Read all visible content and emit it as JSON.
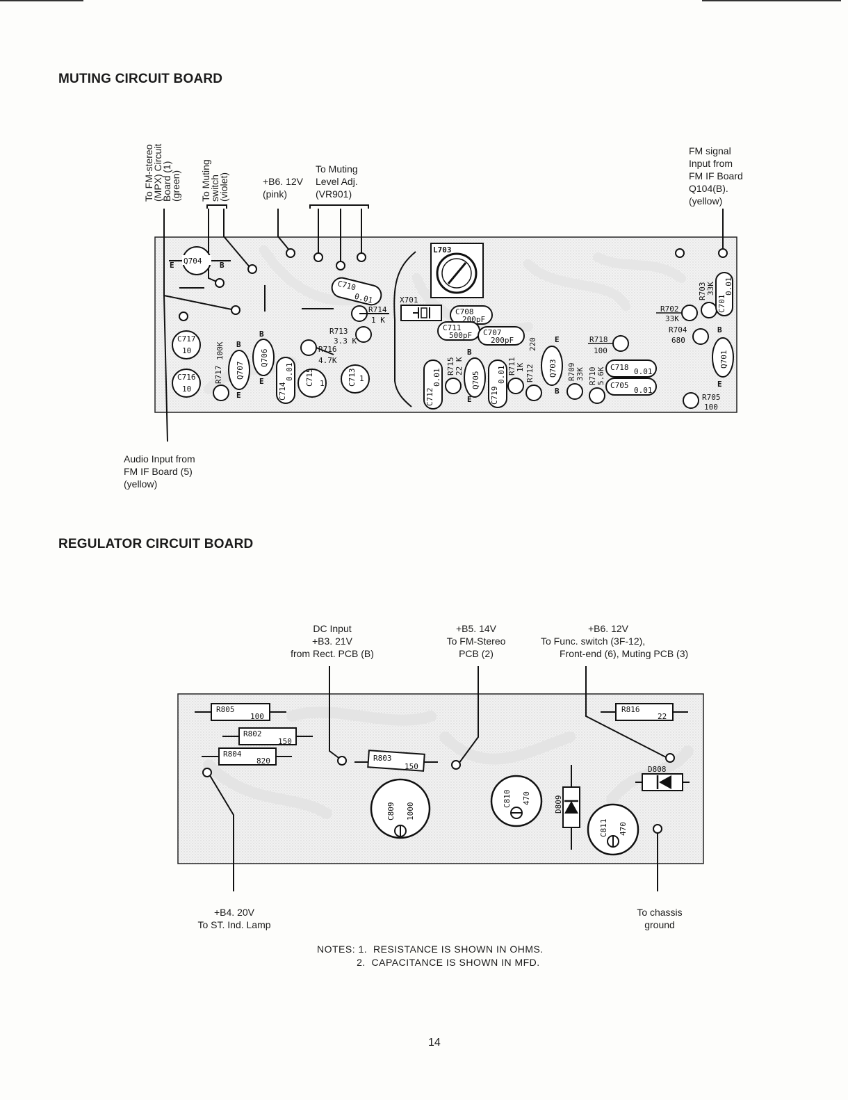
{
  "muting": {
    "title": "MUTING CIRCUIT BOARD",
    "lbl_fm_stereo": "To FM-stereo\n(MPX) Circuit\nBoard (1)\n(green)",
    "lbl_muting_switch": "To Muting\nswitch\n(violet)",
    "lbl_b6": "+B6. 12V\n(pink)",
    "lbl_level_adj": "To Muting\nLevel Adj.\n(VR901)",
    "lbl_fm_signal": "FM signal\nInput from\nFM IF Board\nQ104(B).\n(yellow)",
    "lbl_audio_input": "Audio Input from\nFM IF Board (5)\n(yellow)",
    "components": {
      "q704": "Q704",
      "e1": "E",
      "b1": "B",
      "c710": "C710",
      "c710v": "0.01",
      "r714": "R714",
      "r714v": "1 K",
      "r713": "R713",
      "r713v": "3.3 K",
      "r716": "R716",
      "r716v": "4.7K",
      "c717": "C717",
      "c717v": "10",
      "c716": "C716",
      "c716v": "10",
      "r717": "R717",
      "r717v": "100K",
      "q707": "Q707",
      "q706": "Q706",
      "c714": "C714",
      "c714v": "0.01",
      "c715": "C715",
      "c715v": "1",
      "c713": "C713",
      "c713v": "1",
      "l703": "L703",
      "x701": "X701",
      "c708": "C708",
      "c708v": "200pF",
      "c711": "C711",
      "c711v": "500pF",
      "c707": "C707",
      "c707v": "200pF",
      "c712": "C712",
      "c712v": "0.01",
      "r715": "R715",
      "r715v": "22 K",
      "q705": "Q705",
      "c719": "C719",
      "c719v": "0.01",
      "r711": "R711",
      "r711v": "1K",
      "r712": "R712",
      "r712v": "220",
      "q703": "Q703",
      "r709": "R709",
      "r709v": "33K",
      "r710": "R710",
      "r710v": "5.6K",
      "r718": "R718",
      "r718v": "100",
      "c718": "C718",
      "c718v": "0.01",
      "c705": "C705",
      "c705v": "0.01",
      "r702": "R702",
      "r702v": "33K",
      "r704": "R704",
      "r704v": "680",
      "r703": "R703",
      "r703v": "33K",
      "c701": "C701",
      "c701v": "0.01",
      "q701": "Q701",
      "r705": "R705",
      "r705v": "100",
      "e": "E",
      "b": "B"
    }
  },
  "regulator": {
    "title": "REGULATOR CIRCUIT BOARD",
    "lbl_dc_input": "DC Input\n+B3. 21V\nfrom Rect. PCB (B)",
    "lbl_b5": "+B5. 14V\nTo FM-Stereo\nPCB (2)",
    "lbl_b6_line1": "+B6. 12V",
    "lbl_b6_line2": "To Func. switch (3F-12),",
    "lbl_b6_line3": "Front-end (6), Muting PCB (3)",
    "lbl_b4": "+B4. 20V\nTo ST. Ind. Lamp",
    "lbl_chassis": "To chassis\nground",
    "components": {
      "r805": "R805",
      "r805v": "100",
      "r802": "R802",
      "r802v": "150",
      "r804": "R804",
      "r804v": "820",
      "r803": "R803",
      "r803v": "150",
      "r816": "R816",
      "r816v": "22",
      "c809": "C809",
      "c809v": "1000",
      "c810": "C810",
      "c810v": "470",
      "d809": "D809",
      "d808": "D808",
      "c811": "C811",
      "c811v": "470"
    }
  },
  "notes": "NOTES: 1.  RESISTANCE IS SHOWN IN OHMS.\n             2.  CAPACITANCE IS SHOWN IN MFD.",
  "page_number": "14"
}
